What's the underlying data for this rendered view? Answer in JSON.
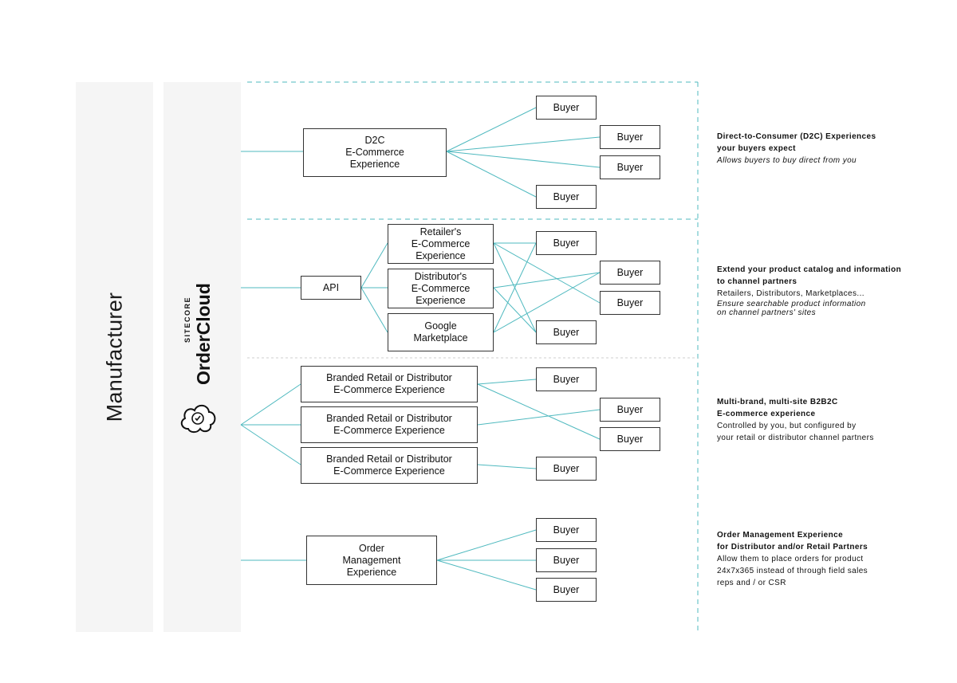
{
  "columns": {
    "manufacturer": "Manufacturer",
    "brand_sub": "SITECORE",
    "brand_main": "OrderCloud"
  },
  "colors": {
    "panel": "#f5f5f5",
    "connector": "#4fb9bf",
    "border": "#333333",
    "text": "#111111"
  },
  "sections": {
    "d2c": {
      "hub": "D2C\nE-Commerce\nExperience",
      "buyers": [
        "Buyer",
        "Buyer",
        "Buyer",
        "Buyer"
      ],
      "desc_title": "Direct-to-Consumer (D2C) Experiences\nyour buyers expect",
      "desc_italic": "Allows buyers to buy direct from you"
    },
    "api": {
      "hub": "API",
      "channels": [
        "Retailer's\nE-Commerce\nExperience",
        "Distributor's\nE-Commerce\nExperience",
        "Google\nMarketplace"
      ],
      "buyers": [
        "Buyer",
        "Buyer",
        "Buyer",
        "Buyer"
      ],
      "desc_title": "Extend your product catalog and information\nto channel partners",
      "desc_body": "Retailers, Distributors, Marketplaces...",
      "desc_italic": "Ensure searchable product information\non channel partners' sites"
    },
    "multibrand": {
      "sites": [
        "Branded Retail or Distributor\nE-Commerce Experience",
        "Branded Retail or Distributor\nE-Commerce Experience",
        "Branded Retail or Distributor\nE-Commerce Experience"
      ],
      "buyers": [
        "Buyer",
        "Buyer",
        "Buyer",
        "Buyer"
      ],
      "desc_title": "Multi-brand, multi-site B2B2C\nE-commerce experience",
      "desc_body": "Controlled by you, but configured by\nyour retail or distributor channel partners"
    },
    "oms": {
      "hub": "Order\nManagement\nExperience",
      "buyers": [
        "Buyer",
        "Buyer",
        "Buyer"
      ],
      "desc_title": "Order Management Experience\nfor Distributor and/or Retail Partners",
      "desc_body": "Allow them to place orders for product\n24x7x365 instead of through field sales\nreps and / or CSR"
    }
  }
}
